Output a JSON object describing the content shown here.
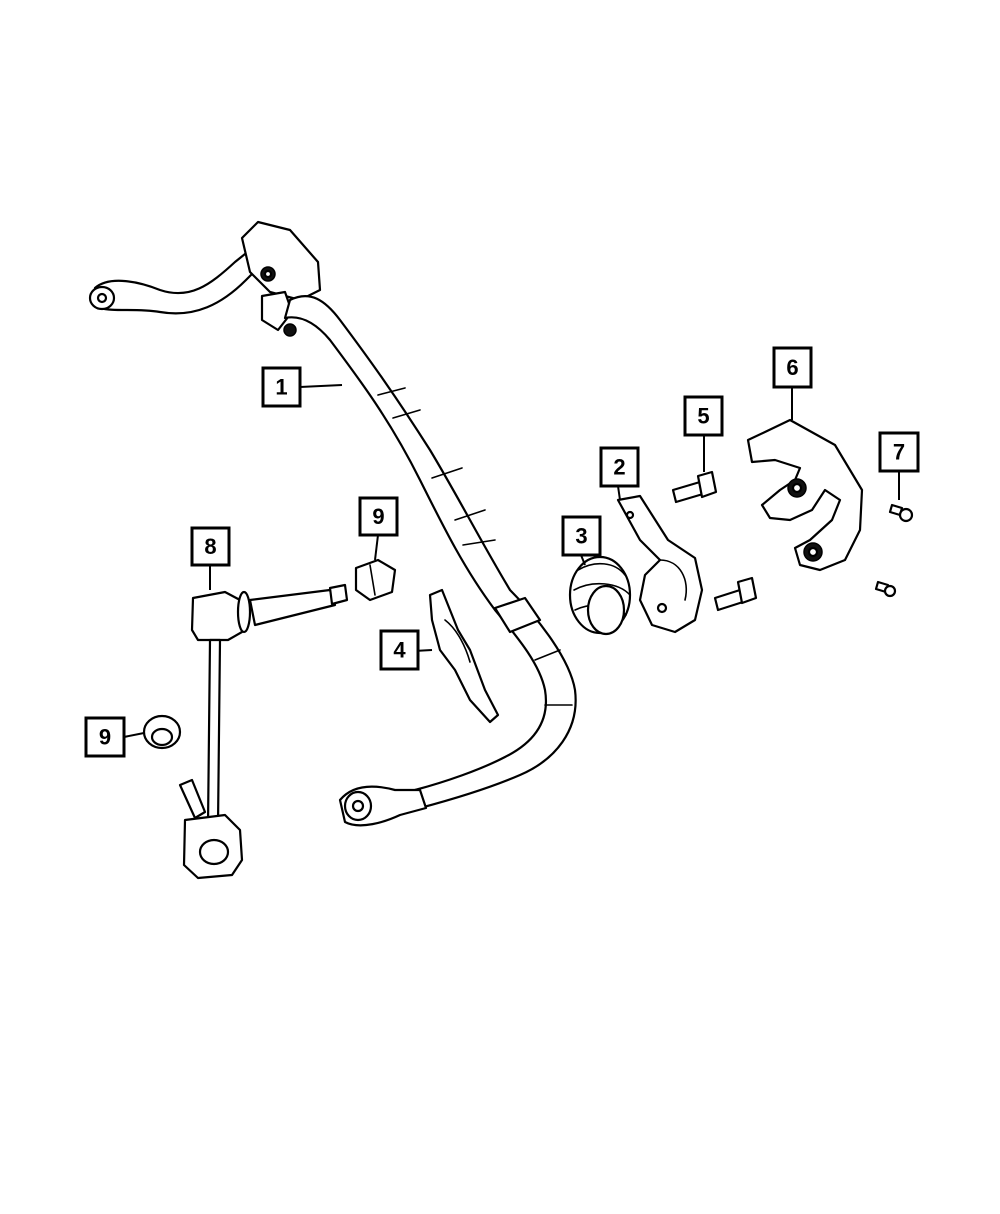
{
  "diagram": {
    "line_color": "#000000",
    "background": "#ffffff",
    "callouts": [
      {
        "id": "c1",
        "label": "1"
      },
      {
        "id": "c2",
        "label": "2"
      },
      {
        "id": "c3",
        "label": "3"
      },
      {
        "id": "c4",
        "label": "4"
      },
      {
        "id": "c5",
        "label": "5"
      },
      {
        "id": "c6",
        "label": "6"
      },
      {
        "id": "c7",
        "label": "7"
      },
      {
        "id": "c8",
        "label": "8"
      },
      {
        "id": "c9a",
        "label": "9"
      },
      {
        "id": "c9b",
        "label": "9"
      }
    ]
  }
}
